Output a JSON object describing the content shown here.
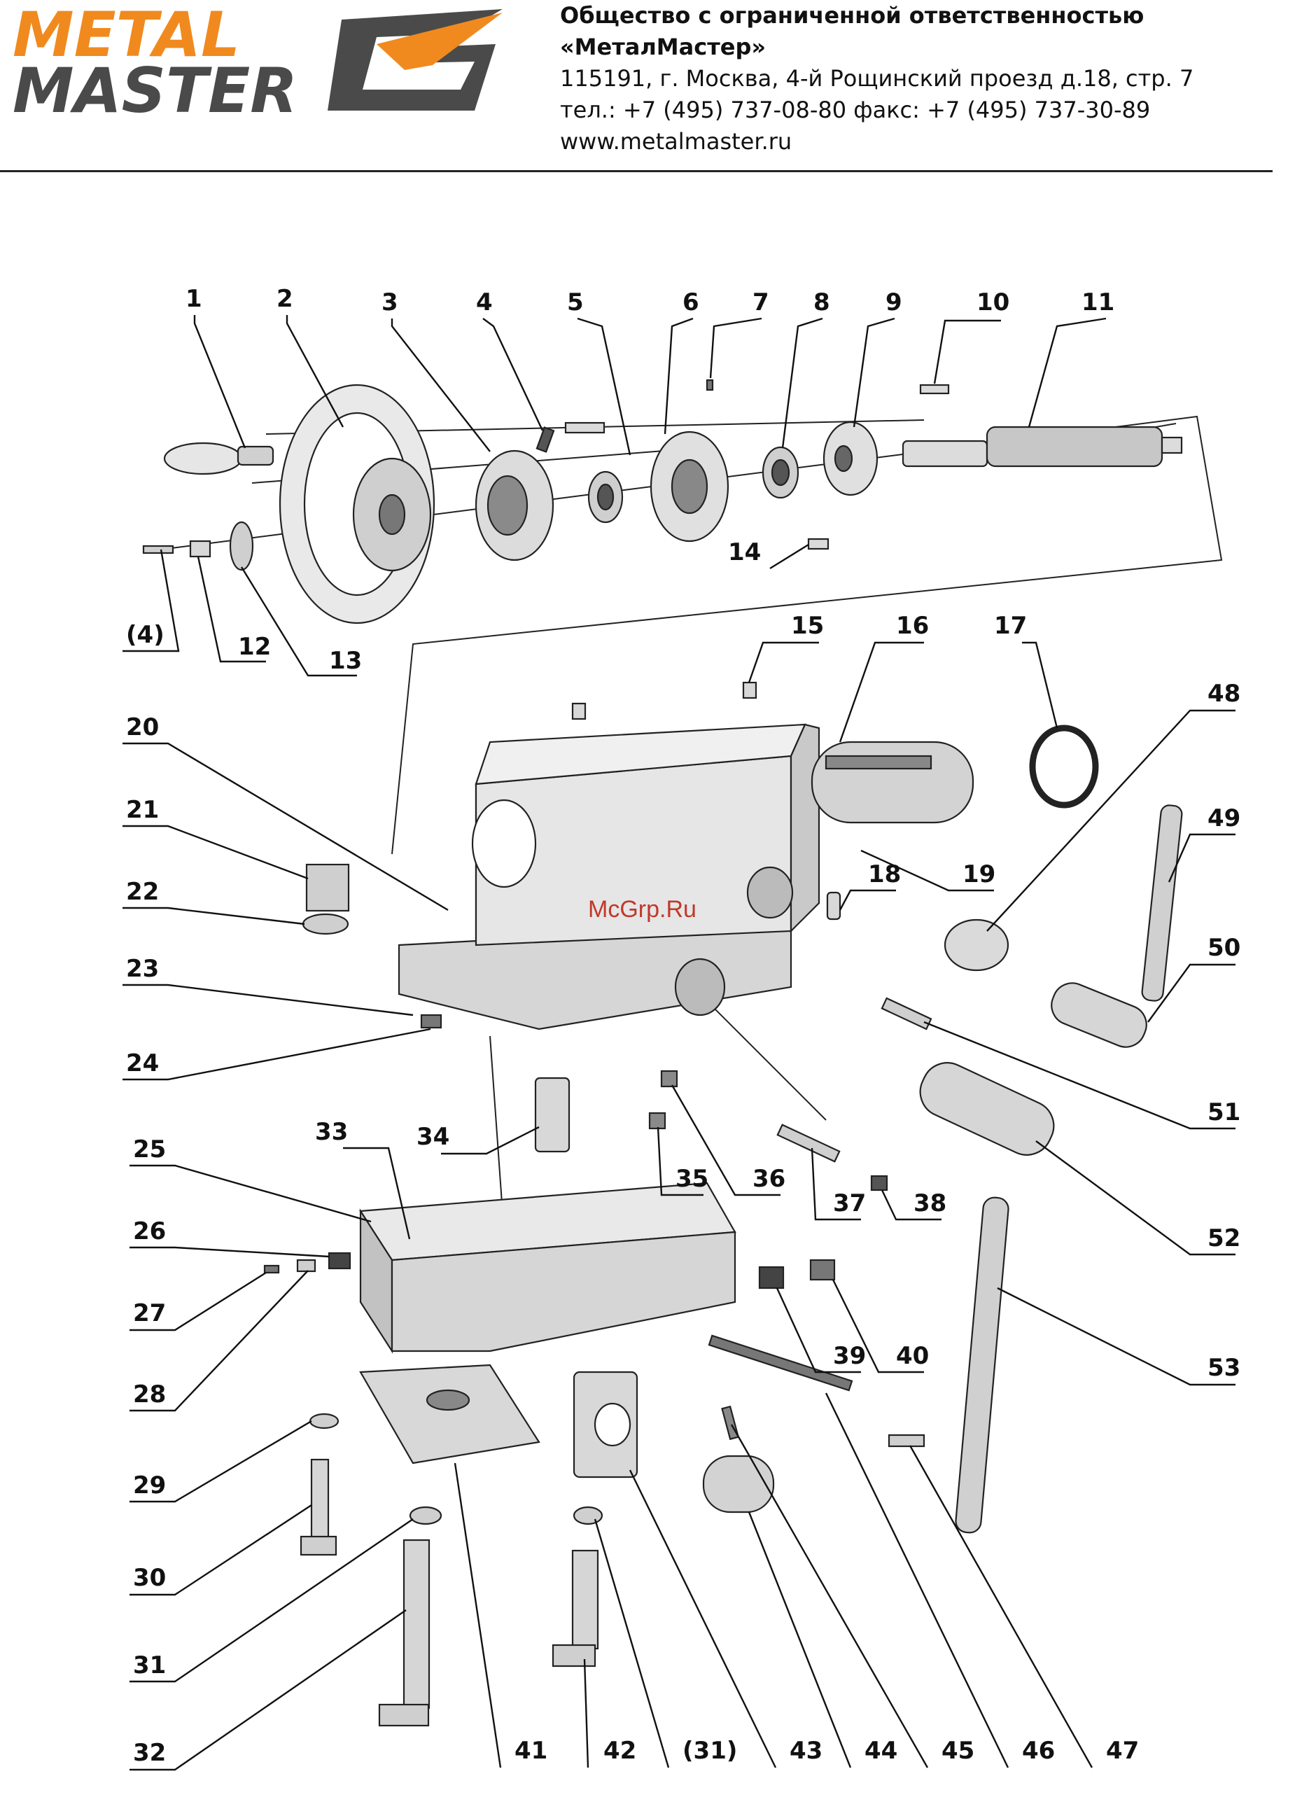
{
  "header": {
    "logo_line1": "METAL",
    "logo_line2": "MASTER",
    "company_name": "Общество с ограниченной ответственностью «МеталМастер»",
    "address": "115191, г. Москва, 4-й Рощинский проезд д.18, стр. 7",
    "phones": "тел.: +7 (495) 737-08-80   факс: +7 (495) 737-30-89",
    "website": "www.metalmaster.ru"
  },
  "watermark": "McGrp.Ru",
  "colors": {
    "logo_orange": "#f08a1e",
    "logo_gray": "#4a4a4a",
    "part_fill": "#e6e6e6",
    "part_shade": "#bdbdbd",
    "watermark": "#c0392b"
  },
  "part_labels": [
    "1",
    "2",
    "3",
    "4",
    "5",
    "6",
    "7",
    "8",
    "9",
    "10",
    "11",
    "(4)",
    "12",
    "13",
    "14",
    "15",
    "16",
    "17",
    "48",
    "20",
    "21",
    "22",
    "23",
    "24",
    "18",
    "19",
    "49",
    "50",
    "51",
    "25",
    "26",
    "27",
    "28",
    "33",
    "34",
    "35",
    "36",
    "37",
    "38",
    "39",
    "40",
    "52",
    "53",
    "29",
    "30",
    "31",
    "32",
    "41",
    "42",
    "(31)",
    "43",
    "44",
    "45",
    "46",
    "47"
  ]
}
